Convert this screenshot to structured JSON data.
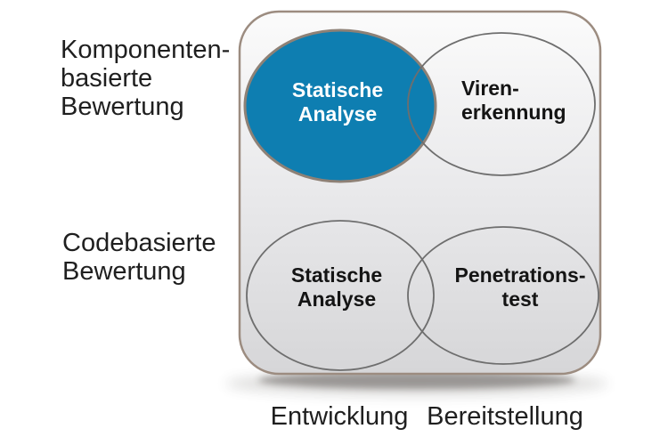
{
  "diagram": {
    "title": "",
    "row_labels": [
      "Komponenten-\nbasierte\nBewertung",
      "Codebasierte\nBewertung"
    ],
    "column_labels": [
      "Entwicklung",
      "Bereitstellung"
    ],
    "cells": [
      {
        "label": "Statische\nAnalyse",
        "row": "Komponentenbasierte Bewertung",
        "column": "Entwicklung",
        "highlighted": true
      },
      {
        "label": "Viren-\nerkennung",
        "row": "Komponentenbasierte Bewertung",
        "column": "Bereitstellung",
        "highlighted": false
      },
      {
        "label": "Statische\nAnalyse",
        "row": "Codebasierte Bewertung",
        "column": "Entwicklung",
        "highlighted": false
      },
      {
        "label": "Penetrations-\ntest",
        "row": "Codebasierte Bewertung",
        "column": "Bereitstellung",
        "highlighted": false
      }
    ],
    "colors": {
      "ellipse_fill": "#0e7eb1",
      "filled_ellipse_stroke": "#8e8176",
      "ellipse_stroke": "#6e6e6e",
      "box_border": "#9c8c80",
      "box_gradient_top": "#fbfbfb",
      "box_gradient_mid": "#e9e9eb",
      "box_gradient_bottom": "#d6d6d8",
      "highlight_text": "#ffffff",
      "text": "#1f1f1f"
    }
  }
}
